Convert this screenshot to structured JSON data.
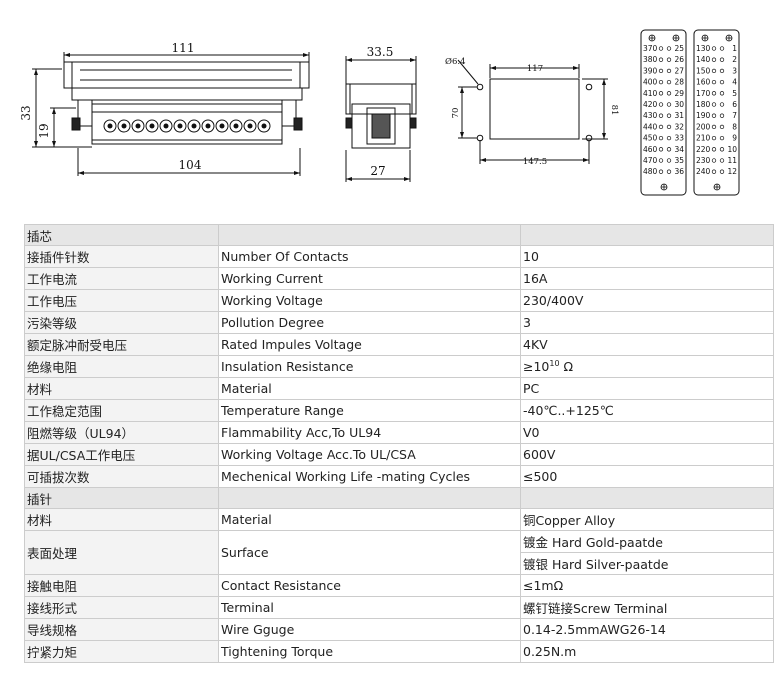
{
  "drawing": {
    "side_view": {
      "width_top": "111",
      "width_bottom": "104",
      "height_total": "33",
      "height_body": "19"
    },
    "end_view": {
      "width_top": "33.5",
      "width_bottom": "27"
    },
    "mount_view": {
      "hole": "Ø6.4",
      "width_inner": "117",
      "width_outer": "147.5",
      "height_inner": "70",
      "height_outer": "81"
    },
    "pin_map_left": {
      "left": [
        "370",
        "380",
        "390",
        "400",
        "410",
        "420",
        "430",
        "440",
        "450",
        "460",
        "470",
        "480"
      ],
      "right": [
        "25",
        "26",
        "27",
        "28",
        "29",
        "30",
        "31",
        "32",
        "33",
        "34",
        "35",
        "36"
      ]
    },
    "pin_map_right": {
      "left": [
        "130",
        "140",
        "150",
        "160",
        "170",
        "180",
        "190",
        "200",
        "210",
        "220",
        "230",
        "240"
      ],
      "right": [
        "1",
        "2",
        "3",
        "4",
        "5",
        "6",
        "7",
        "8",
        "9",
        "10",
        "11",
        "12"
      ]
    }
  },
  "spec": {
    "section_insert": "插芯",
    "section_pin": "插针",
    "rows": [
      {
        "cn": "接插件针数",
        "en": "Number Of Contacts",
        "value": "10"
      },
      {
        "cn": "工作电流",
        "en": "Working Current",
        "value": "16A"
      },
      {
        "cn": "工作电压",
        "en": "Working Voltage",
        "value": "230/400V"
      },
      {
        "cn": "污染等级",
        "en": "Pollution Degree",
        "value": "3"
      },
      {
        "cn": "额定脉冲耐受电压",
        "en": "Rated Impules Voltage",
        "value": "4KV"
      },
      {
        "cn": "绝缘电阻",
        "en": "Insulation Resistance",
        "value_prefix": "≥10",
        "value_sup": "10",
        "value_suffix": " Ω"
      },
      {
        "cn": "材料",
        "en": "Material",
        "value": "PC"
      },
      {
        "cn": "工作稳定范围",
        "en": "Temperature Range",
        "value": "-40℃..+125℃"
      },
      {
        "cn": "阻燃等级（UL94）",
        "en": "Flammability Acc,To UL94",
        "value": "V0"
      },
      {
        "cn": "据UL/CSA工作电压",
        "en": "Working Voltage Acc.To UL/CSA",
        "value": "600V"
      },
      {
        "cn": "可插拔次数",
        "en": "Mechenical Working Life -mating Cycles",
        "value": "≤500"
      }
    ],
    "pin_rows": [
      {
        "cn": "材料",
        "en": "Material",
        "value": "铜Copper Alloy"
      },
      {
        "cn": "表面处理",
        "en": "Surface",
        "value": "镀金 Hard Gold-paatde",
        "value2": "镀银 Hard Silver-paatde"
      },
      {
        "cn": "接触电阻",
        "en": "Contact Resistance",
        "value": "≤1mΩ"
      },
      {
        "cn": "接线形式",
        "en": "Terminal",
        "value": "螺钉链接Screw Terminal"
      },
      {
        "cn": "导线规格",
        "en": "Wire Gguge",
        "value": "0.14-2.5mmAWG26-14"
      },
      {
        "cn": "拧紧力矩",
        "en": "Tightening Torque",
        "value": "0.25N.m"
      }
    ]
  }
}
